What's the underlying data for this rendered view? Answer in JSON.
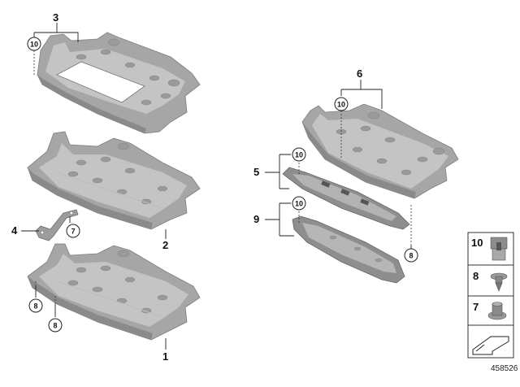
{
  "document": {
    "id": "458526"
  },
  "callouts": {
    "part_1": "1",
    "part_2": "2",
    "part_3": "3",
    "part_4": "4",
    "part_5": "5",
    "part_6": "6",
    "part_7": "7",
    "part_8": "8",
    "part_9": "9",
    "part_10": "10"
  },
  "legend": {
    "items": [
      {
        "label": "10",
        "icon": "spring-nut-icon"
      },
      {
        "label": "8",
        "icon": "expanding-rivet-icon"
      },
      {
        "label": "7",
        "icon": "plastic-nut-icon"
      }
    ],
    "footer_icon": "vehicle-front-arrow-icon"
  }
}
